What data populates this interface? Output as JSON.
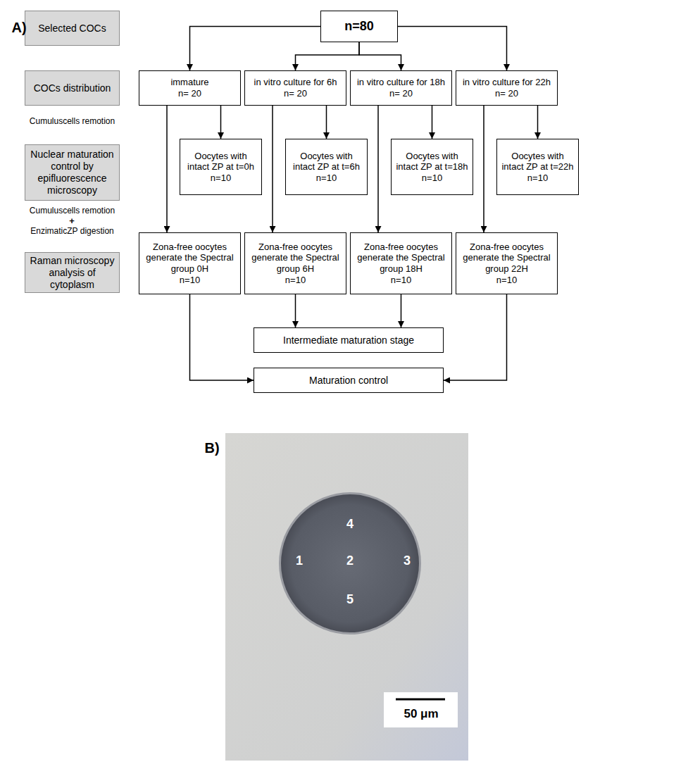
{
  "diagram": {
    "nodes": [
      {
        "text": [
          "Selected COCs"
        ]
      },
      {
        "text": [
          "n=80"
        ]
      },
      {
        "text": [
          "COCs distribution"
        ]
      },
      {
        "text": [
          "immature",
          "n= 20"
        ]
      },
      {
        "text": [
          "in vitro culture for 6h",
          "n= 20"
        ]
      },
      {
        "text": [
          "in vitro culture for 18h",
          "n= 20"
        ]
      },
      {
        "text": [
          "in vitro culture for 22h",
          "n= 20"
        ]
      },
      {
        "text": [
          "Nuclear maturation control by epifluorescence microscopy"
        ]
      },
      {
        "text": [
          "Oocytes with intact ZP at t=0h",
          "n=10"
        ]
      },
      {
        "text": [
          "Oocytes with intact ZP at t=6h",
          "n=10"
        ]
      },
      {
        "text": [
          "Oocytes with intact ZP at t=18h",
          "n=10"
        ]
      },
      {
        "text": [
          "Oocytes with intact ZP at t=22h",
          "n=10"
        ]
      },
      {
        "text": [
          "Raman microscopy analysis of cytoplasm"
        ]
      },
      {
        "text": [
          "Zona-free oocytes generate the Spectral group 0H",
          "n=10"
        ]
      },
      {
        "text": [
          "Zona-free oocytes generate the Spectral group 6H",
          "n=10"
        ]
      },
      {
        "text": [
          "Zona-free oocytes generate the Spectral group 18H",
          "n=10"
        ]
      },
      {
        "text": [
          "Zona-free oocytes generate the Spectral group 22H",
          "n=10"
        ]
      },
      {
        "text": [
          "Intermediate maturation stage"
        ]
      },
      {
        "text": [
          "Maturation control"
        ]
      }
    ],
    "edges": [
      {
        "from": 1,
        "to": 3,
        "arrow": "to"
      },
      {
        "from": 1,
        "to": 4,
        "arrow": "to"
      },
      {
        "from": 1,
        "to": 5,
        "arrow": "to"
      },
      {
        "from": 1,
        "to": 6,
        "arrow": "to"
      },
      {
        "from": 3,
        "to": 8,
        "arrow": "to"
      },
      {
        "from": 4,
        "to": 9,
        "arrow": "to"
      },
      {
        "from": 5,
        "to": 10,
        "arrow": "to"
      },
      {
        "from": 6,
        "to": 11,
        "arrow": "to"
      },
      {
        "from": 3,
        "to": 13,
        "arrow": "to"
      },
      {
        "from": 4,
        "to": 14,
        "arrow": "to"
      },
      {
        "from": 5,
        "to": 15,
        "arrow": "to"
      },
      {
        "from": 6,
        "to": 16,
        "arrow": "to"
      },
      {
        "from": 14,
        "to": 17,
        "arrow": "to"
      },
      {
        "from": 15,
        "to": 17,
        "arrow": "to"
      },
      {
        "from": 13,
        "to": 18,
        "arrow": "to"
      },
      {
        "from": 16,
        "to": 18,
        "arrow": "to"
      }
    ],
    "labels": [
      "A)",
      "Cumuluscells remotion",
      "Cumuluscells remotion",
      "+",
      "EnzimaticZP digestion",
      "B)",
      "4",
      "1",
      "2",
      "3",
      "5",
      "50 μm"
    ]
  }
}
